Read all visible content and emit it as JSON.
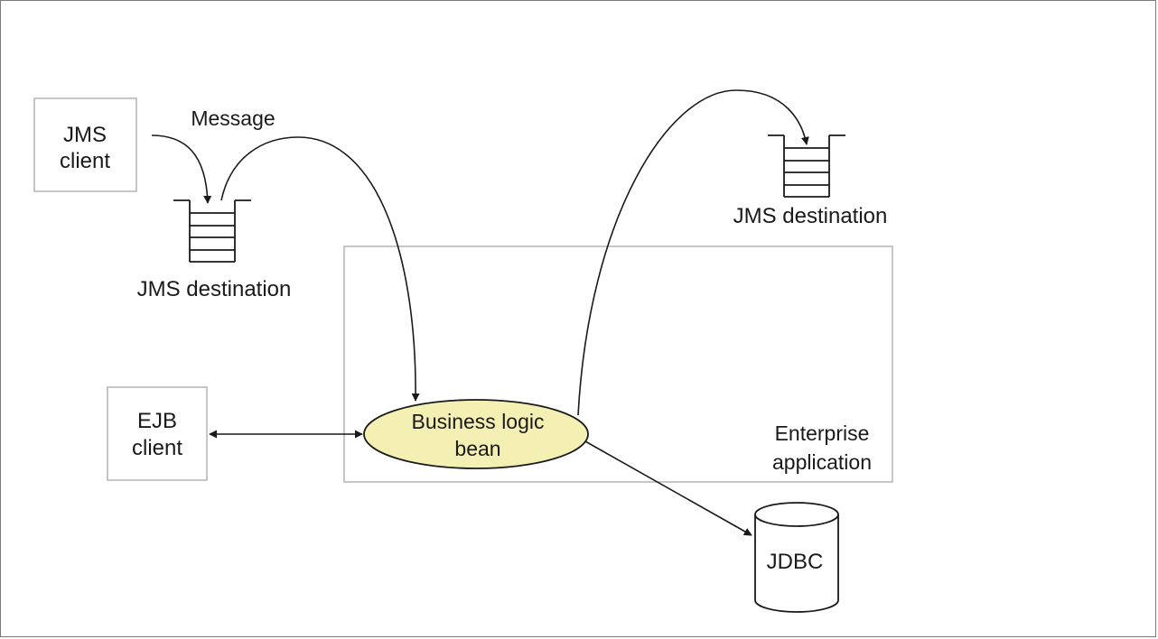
{
  "diagram": {
    "jms_client": {
      "line1": "JMS",
      "line2": "client"
    },
    "message_label": "Message",
    "left_destination_label": "JMS destination",
    "right_destination_label": "JMS destination",
    "ejb_client": {
      "line1": "EJB",
      "line2": "client"
    },
    "business_logic_bean": {
      "line1": "Business logic",
      "line2": "bean"
    },
    "enterprise_application": {
      "line1": "Enterprise",
      "line2": "application"
    },
    "jdbc_label": "JDBC"
  },
  "colors": {
    "line": "#1a1a1a",
    "box_border": "#b4b4b4",
    "bean_fill": "#f4f0b4",
    "frame_border": "#7a7a7a"
  }
}
